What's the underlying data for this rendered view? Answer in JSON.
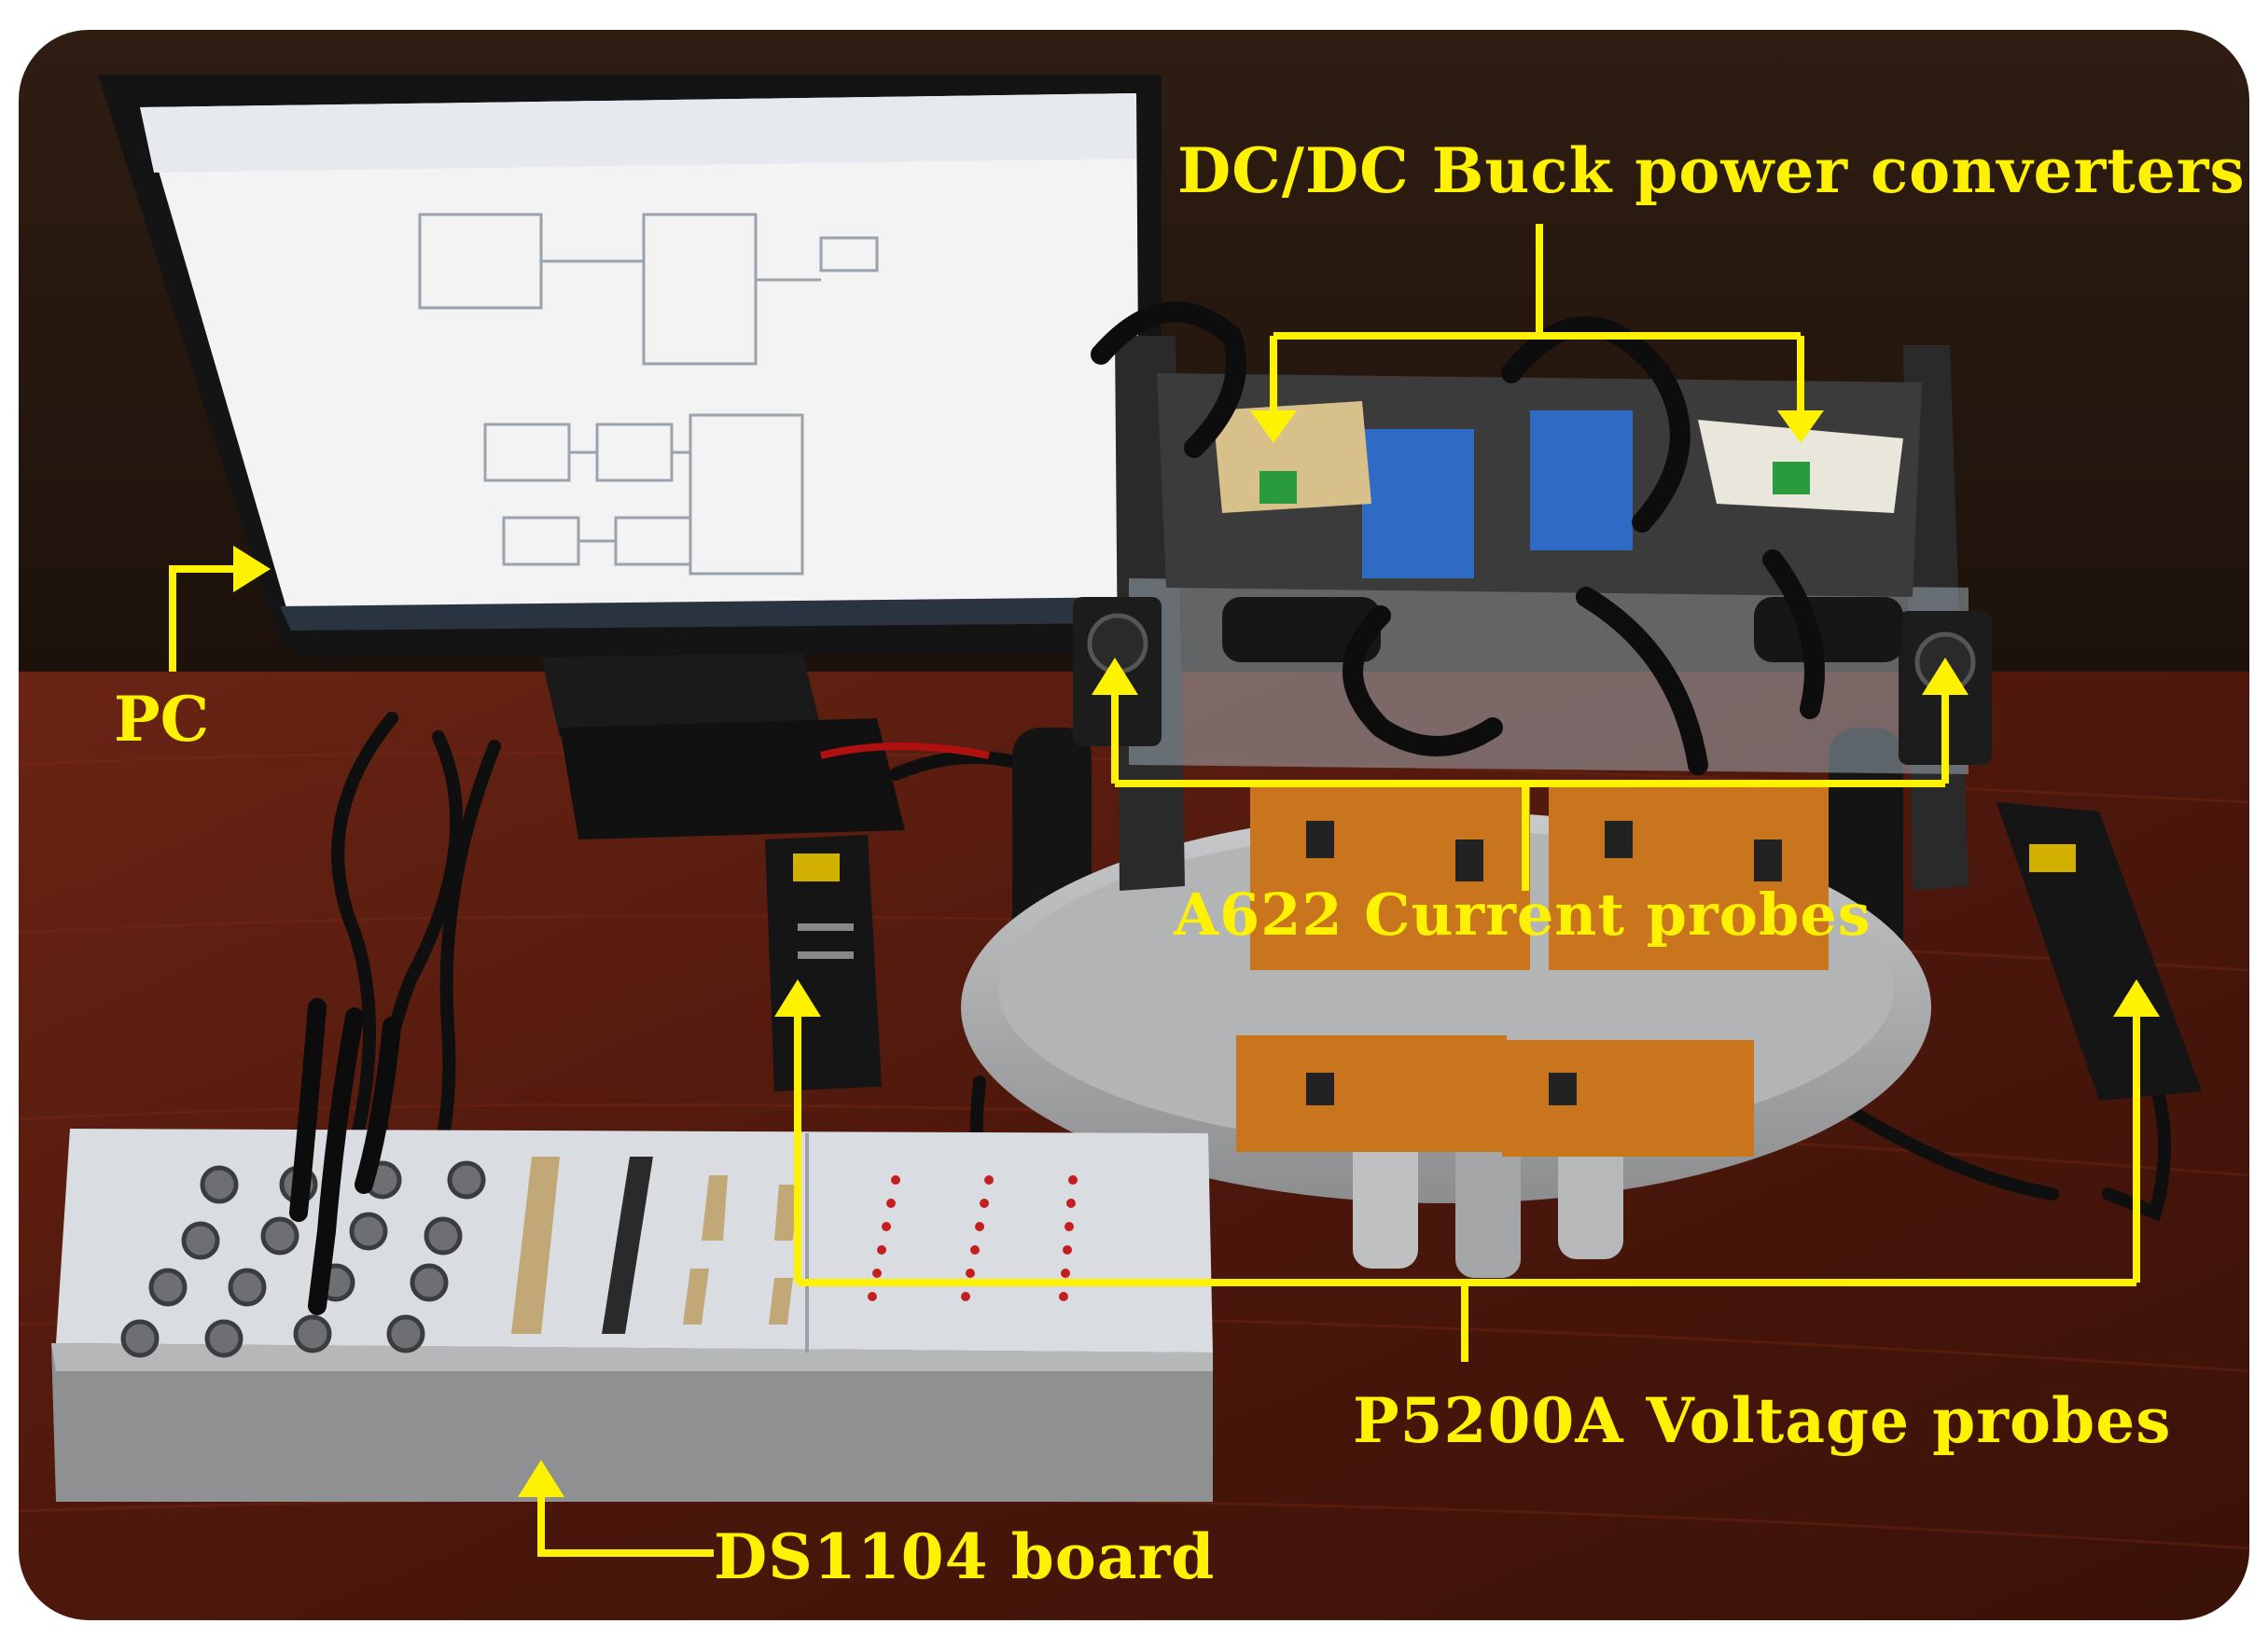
{
  "labels": {
    "dcdc": "DC/DC Buck power converters",
    "pc": "PC",
    "a622": "A622 Current probes",
    "p5200": "P5200A Voltage probes",
    "ds1104": "DS1104 board"
  },
  "colors": {
    "annotation": "#fff200",
    "wall": "#2b1a10",
    "table": "#5a1c10",
    "monitor": "#151515",
    "screen": "#f4f4f4",
    "panel": "#d9dde2",
    "board": "#c8751e",
    "aluminium": "#a9aaa8"
  }
}
